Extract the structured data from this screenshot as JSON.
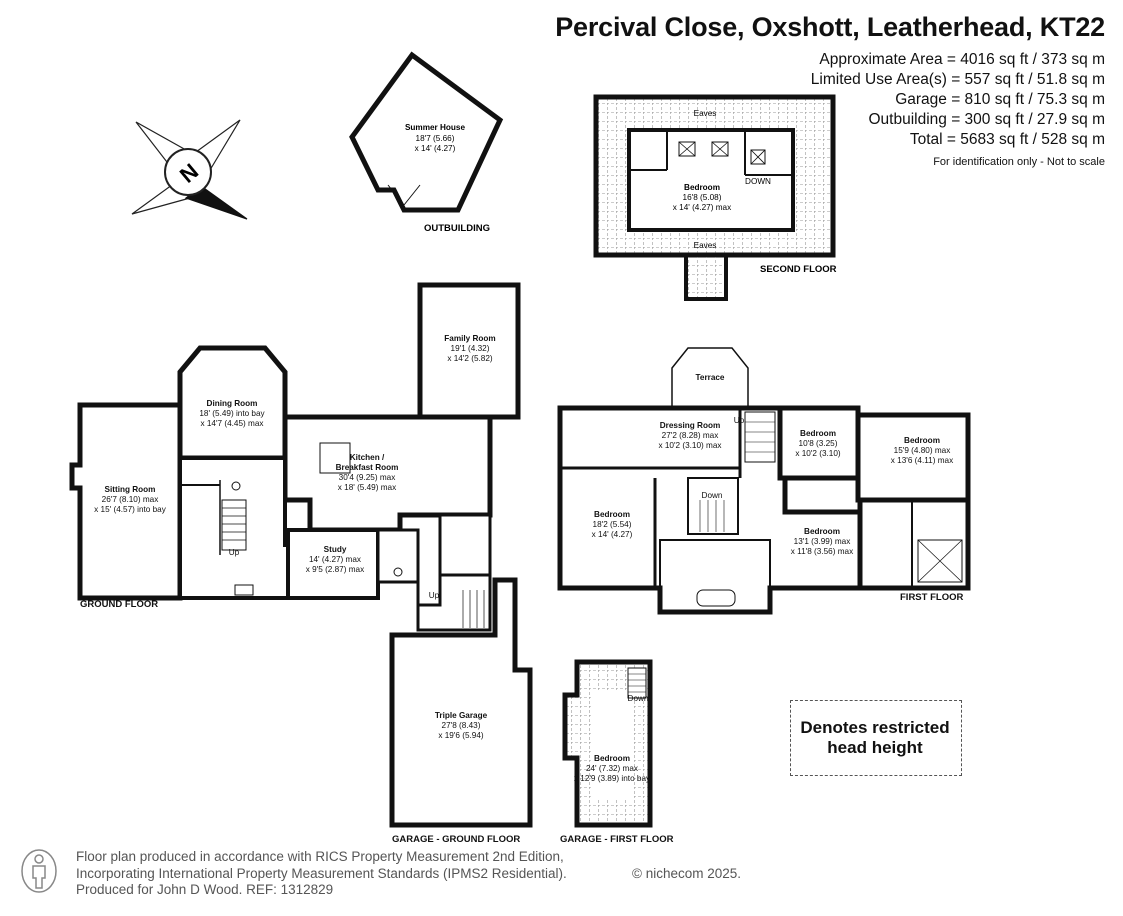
{
  "title": "Percival Close, Oxshott, Leatherhead, KT22",
  "areas": {
    "approx": "Approximate Area = 4016 sq ft / 373 sq m",
    "limited": "Limited Use Area(s) = 557 sq ft / 51.8 sq m",
    "garage": "Garage = 810 sq ft / 75.3 sq m",
    "outbuilding": "Outbuilding = 300 sq ft / 27.9 sq m",
    "total": "Total = 5683 sq ft / 528 sq m",
    "note": "For identification only - Not to scale"
  },
  "compass": {
    "letter": "N"
  },
  "floor_labels": {
    "ground": "GROUND FLOOR",
    "first": "FIRST FLOOR",
    "second": "SECOND FLOOR",
    "outbuilding": "OUTBUILDING",
    "garage_ground": "GARAGE - GROUND FLOOR",
    "garage_first": "GARAGE - FIRST FLOOR"
  },
  "rooms": {
    "summer_house": {
      "name": "Summer House",
      "l1": "18'7 (5.66)",
      "l2": "x 14' (4.27)"
    },
    "second_bedroom": {
      "name": "Bedroom",
      "l1": "16'8 (5.08)",
      "l2": "x 14' (4.27) max"
    },
    "eaves_top": "Eaves",
    "eaves_bottom": "Eaves",
    "down_second": "DOWN",
    "family_room": {
      "name": "Family Room",
      "l1": "19'1 (4.32)",
      "l2": "x 14'2 (5.82)"
    },
    "dining_room": {
      "name": "Dining Room",
      "l1": "18' (5.49) into bay",
      "l2": "x 14'7 (4.45) max"
    },
    "sitting_room": {
      "name": "Sitting Room",
      "l1": "26'7 (8.10) max",
      "l2": "x 15' (4.57) into bay"
    },
    "kitchen": {
      "name1": "Kitchen /",
      "name2": "Breakfast Room",
      "l1": "30'4 (9.25) max",
      "l2": "x 18' (5.49) max"
    },
    "study": {
      "name": "Study",
      "l1": "14' (4.27) max",
      "l2": "x 9'5 (2.87) max"
    },
    "up_ground1": "Up",
    "up_ground2": "Up",
    "terrace": "Terrace",
    "dressing_room": {
      "name": "Dressing Room",
      "l1": "27'2 (8.28) max",
      "l2": "x 10'2 (3.10) max"
    },
    "up_first": "Up",
    "down_first": "Down",
    "first_bedroom_main": {
      "name": "Bedroom",
      "l1": "18'2 (5.54)",
      "l2": "x 14' (4.27)"
    },
    "first_bedroom_2": {
      "name": "Bedroom",
      "l1": "10'8 (3.25)",
      "l2": "x 10'2 (3.10)"
    },
    "first_bedroom_3": {
      "name": "Bedroom",
      "l1": "15'9 (4.80) max",
      "l2": "x 13'6 (4.11) max"
    },
    "first_bedroom_4": {
      "name": "Bedroom",
      "l1": "13'1 (3.99) max",
      "l2": "x 11'8 (3.56) max"
    },
    "triple_garage": {
      "name": "Triple Garage",
      "l1": "27'8 (8.43)",
      "l2": "x 19'6 (5.94)"
    },
    "garage_bedroom": {
      "name": "Bedroom",
      "l1": "24' (7.32) max",
      "l2": "x 12'9 (3.89) into bay"
    },
    "down_garage": "Down"
  },
  "legend": {
    "line1": "Denotes restricted",
    "line2": "head height"
  },
  "footer": {
    "line1": "Floor plan produced in accordance with RICS Property Measurement 2nd Edition,",
    "line2": "Incorporating International Property Measurement Standards (IPMS2 Residential).",
    "line3": "Produced for John D Wood.   REF: 1312829",
    "copyright": "© nichecom 2025."
  }
}
